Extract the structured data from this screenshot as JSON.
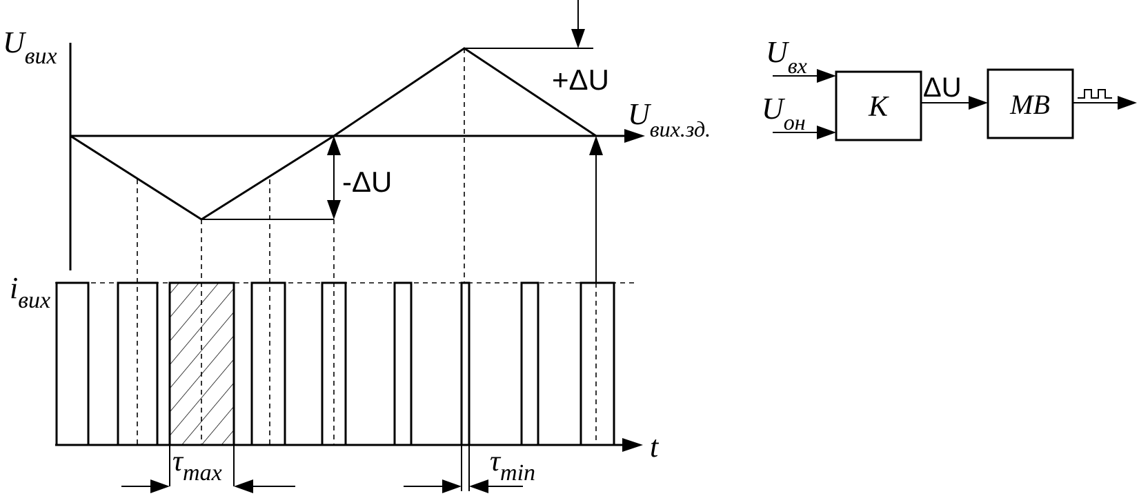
{
  "labels": {
    "u_out": "U",
    "u_out_sub": "вих",
    "u_set": "U",
    "u_set_sub": "вих.зд.",
    "plus_du": "+ΔU",
    "minus_du": "-ΔU",
    "i_out": "i",
    "i_out_sub": "вих",
    "t_axis": "t",
    "tau_max": "τ",
    "tau_max_sub": "max",
    "tau_min": "τ",
    "tau_min_sub": "min"
  },
  "block_diagram": {
    "in1": "U",
    "in1_sub": "вх",
    "in2": "U",
    "in2_sub": "он",
    "comparator": "К",
    "delta": "ΔU",
    "mv": "МВ"
  }
}
